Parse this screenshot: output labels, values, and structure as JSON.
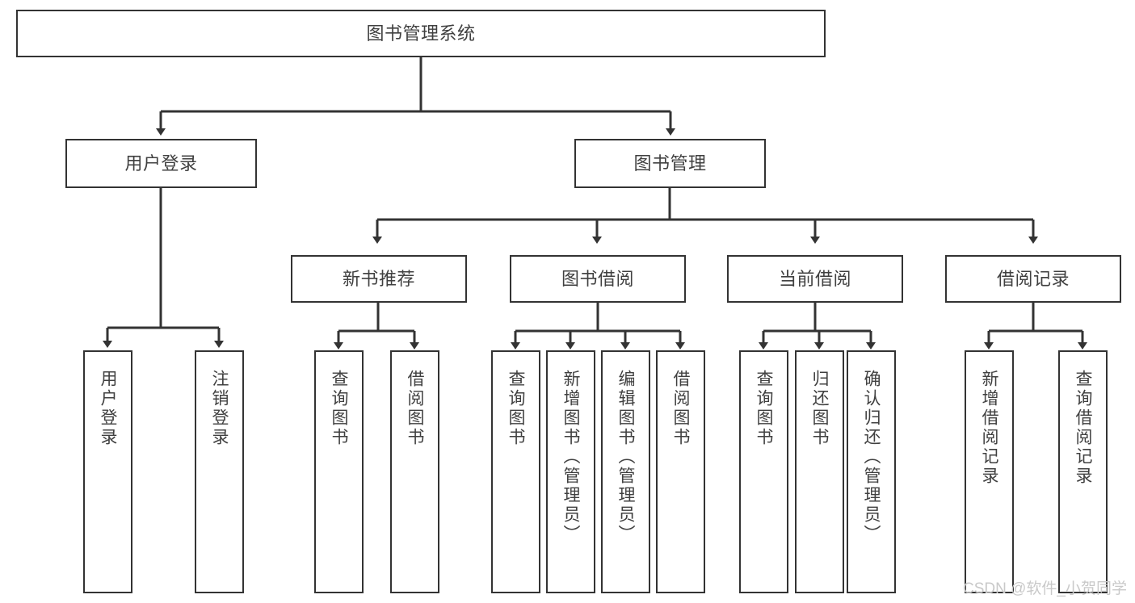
{
  "diagram": {
    "type": "hierarchy-tree",
    "title": "图书管理系统",
    "levels": 4,
    "root": {
      "label": "图书管理系统"
    },
    "level1": [
      {
        "label": "用户登录"
      },
      {
        "label": "图书管理"
      }
    ],
    "level2": [
      {
        "label": "新书推荐"
      },
      {
        "label": "图书借阅"
      },
      {
        "label": "当前借阅"
      },
      {
        "label": "借阅记录"
      }
    ],
    "leaves": {
      "user_login": [
        {
          "label": "用户登录"
        },
        {
          "label": "注销登录"
        }
      ],
      "new_book_recommend": [
        {
          "label": "查询图书"
        },
        {
          "label": "借阅图书"
        }
      ],
      "book_borrow": [
        {
          "label": "查询图书"
        },
        {
          "label": "新增图书（管理员）"
        },
        {
          "label": "编辑图书（管理员）"
        },
        {
          "label": "借阅图书"
        }
      ],
      "current_borrow": [
        {
          "label": "查询图书"
        },
        {
          "label": "归还图书"
        },
        {
          "label": "确认归还（管理员）"
        }
      ],
      "borrow_record": [
        {
          "label": "新增借阅记录"
        },
        {
          "label": "查询借阅记录"
        }
      ]
    }
  },
  "watermark": {
    "text": "CSDN @软件_小贺同学"
  },
  "colors": {
    "stroke": "#333333",
    "text": "#404040",
    "background": "#ffffff",
    "watermark": "#c9c9c9"
  }
}
